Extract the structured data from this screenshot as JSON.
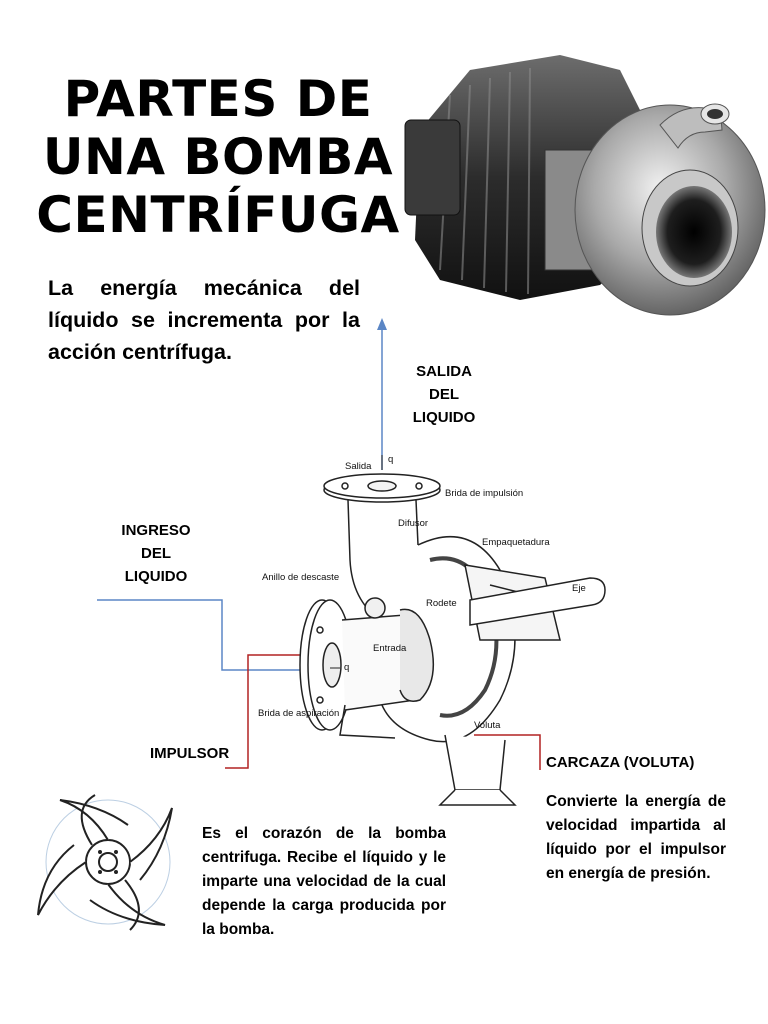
{
  "title": {
    "line1": "PARTES DE",
    "line2": "UNA BOMBA",
    "line3": "CENTRÍFUGA"
  },
  "intro": "La energía mecánica del líquido se incrementa por la acción centrífuga.",
  "callouts": {
    "salida": [
      "SALIDA",
      "DEL",
      "LIQUIDO"
    ],
    "ingreso": [
      "INGRESO",
      "DEL",
      "LIQUIDO"
    ],
    "impulsor": "IMPULSOR",
    "carcaza": "CARCAZA (VOLUTA)"
  },
  "descriptions": {
    "impulsor": "Es el corazón de la bomba centrifuga. Recibe el líquido y le imparte una velocidad de la cual depende la carga producida por la bomba.",
    "carcaza": "Convierte la energía de velocidad impartida al líquido por el impulsor en energía de presión."
  },
  "diagram_labels": {
    "salida": "Salida",
    "q_out": "q",
    "brida_impulsion": "Brida de impulsión",
    "difusor": "Difusor",
    "empaquetadura": "Empaquetadura",
    "eje": "Eje",
    "anillo": "Anillo de descaste",
    "rodete": "Rodete",
    "entrada": "Entrada",
    "q_in": "q",
    "brida_aspiracion": "Brida de aspiración",
    "voluta": "Voluta"
  },
  "colors": {
    "arrow_blue": "#5b86c5",
    "callout_red": "#b22222",
    "ink": "#222222"
  }
}
